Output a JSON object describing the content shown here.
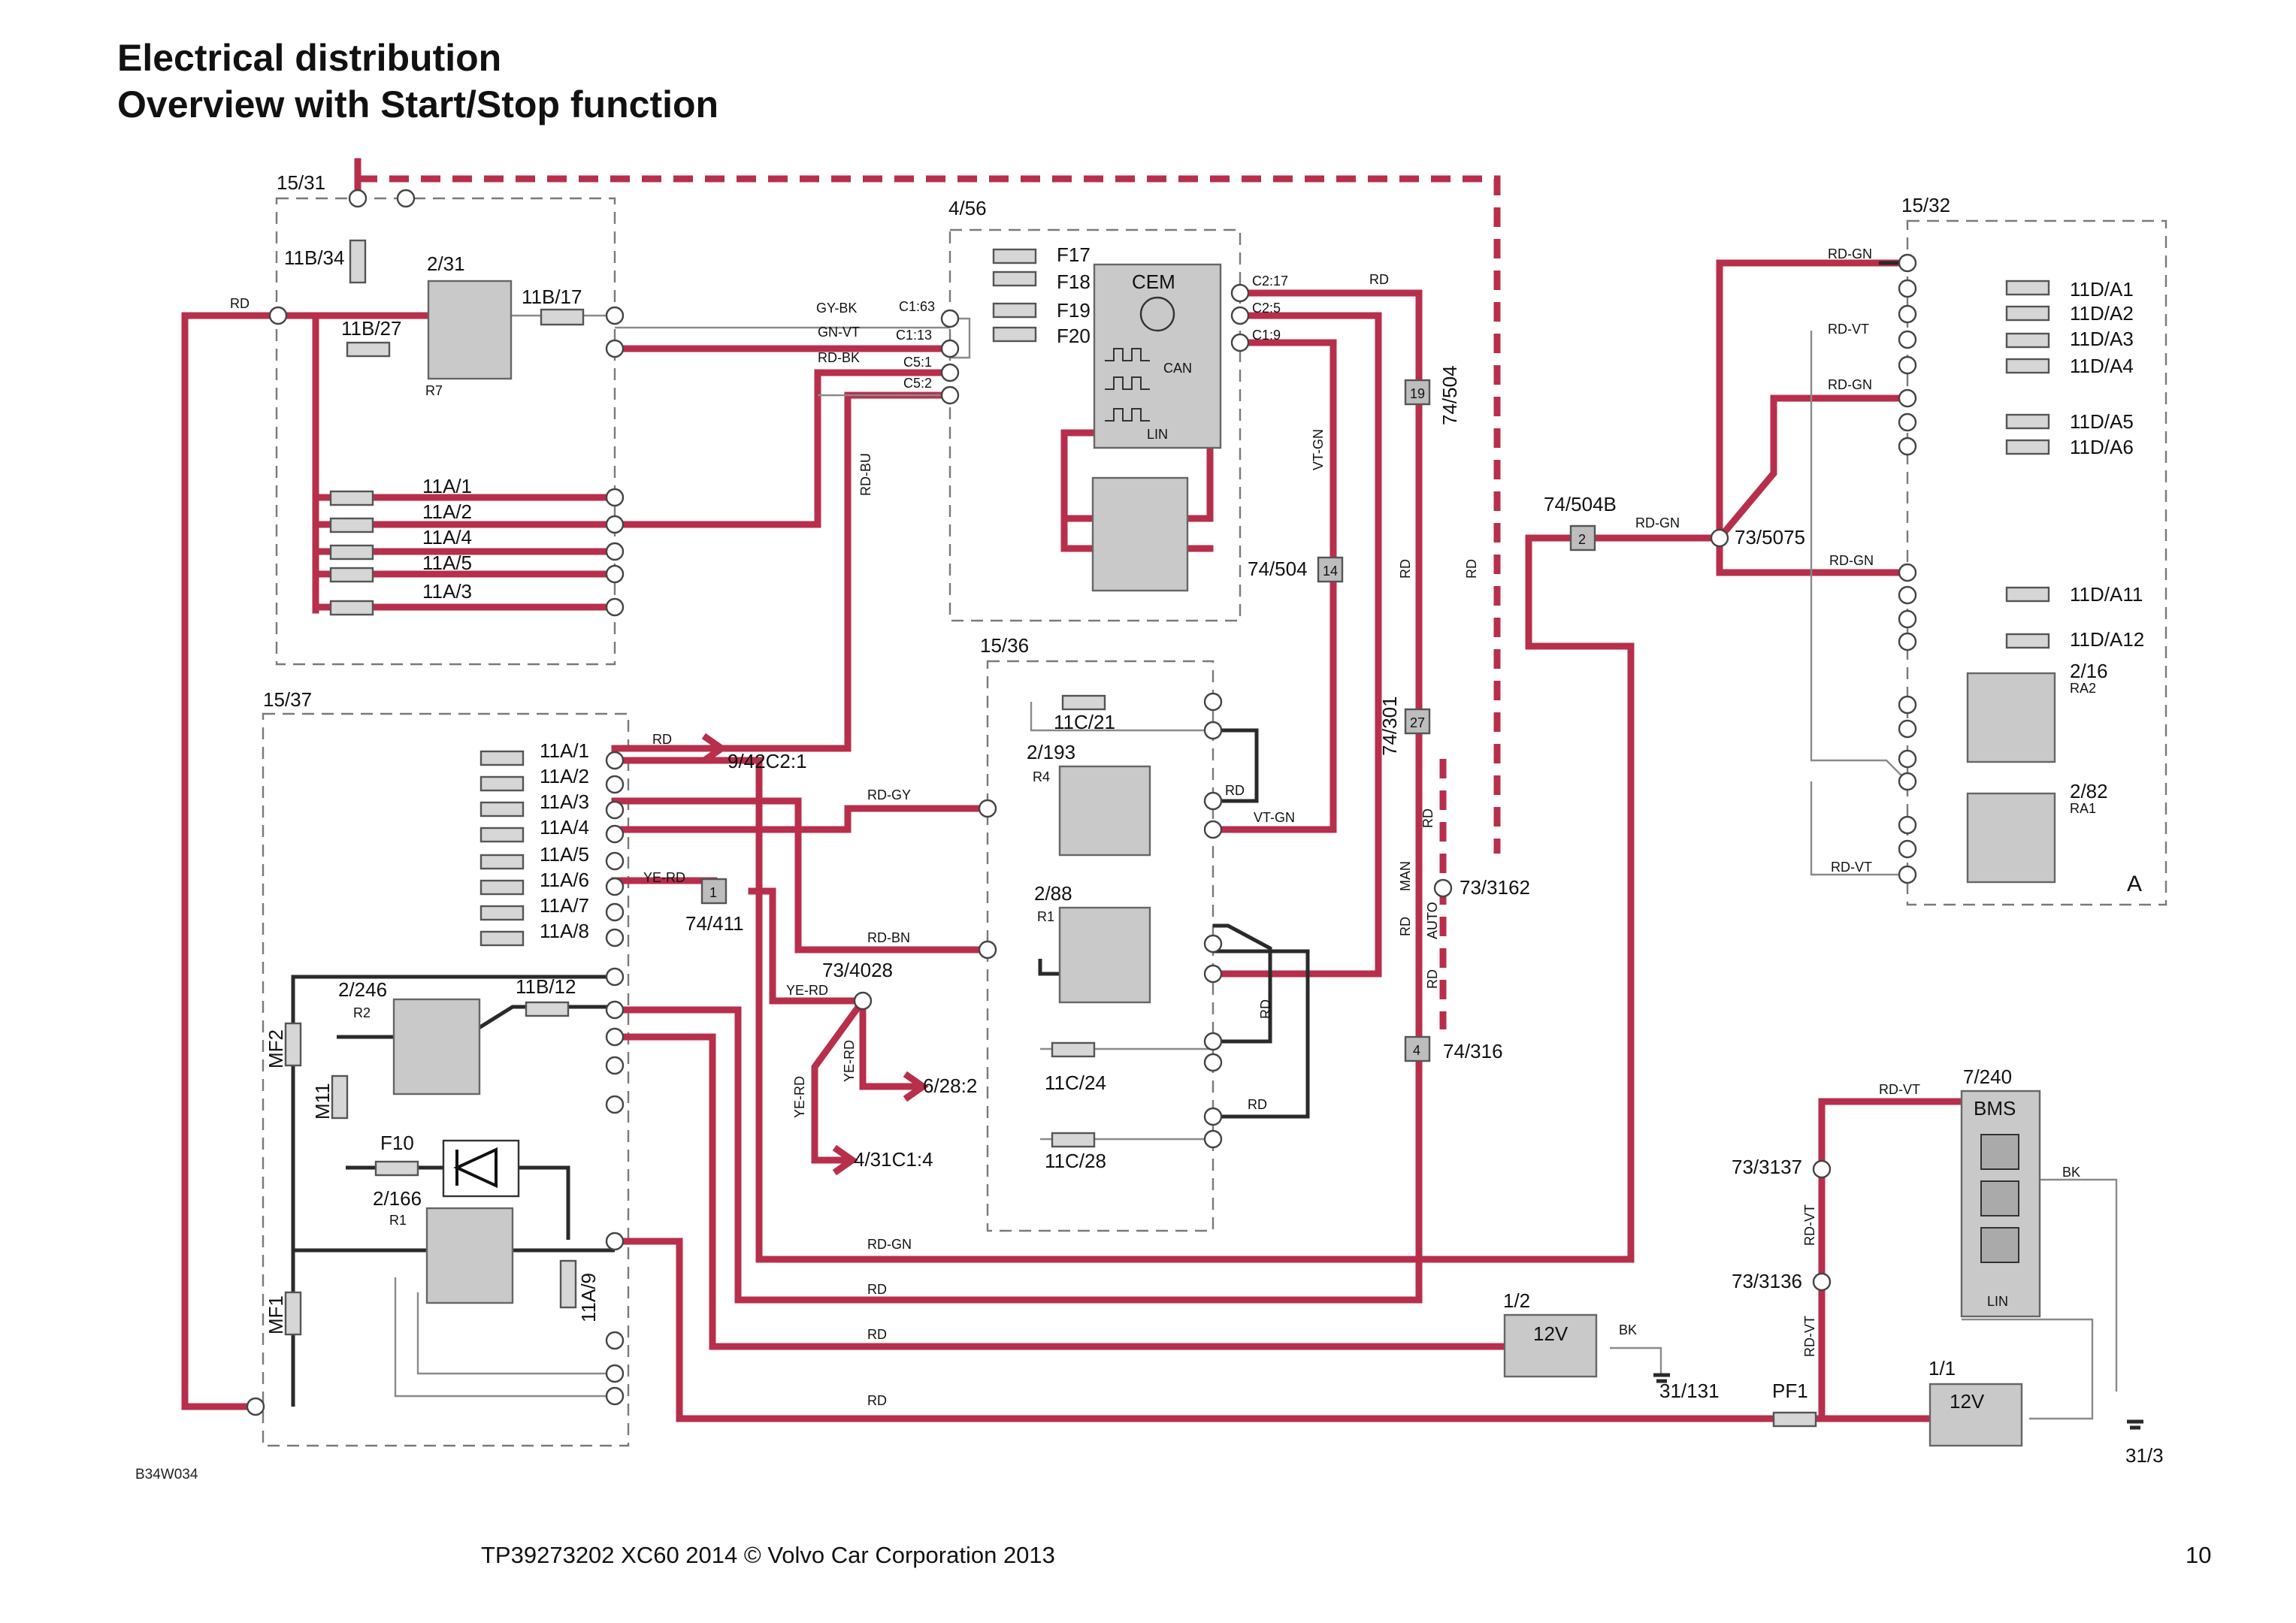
{
  "title": {
    "line1": "Electrical distribution",
    "line2": "Overview with Start/Stop function"
  },
  "doc_id": "B34W034",
  "footer": "TP39273202 XC60 2014 © Volvo Car Corporation 2013",
  "page_number": "10",
  "colors": {
    "wire_highlight": "#b72f4b",
    "wire_black": "#2a2a2a",
    "component_fill": "#c9c9c9"
  },
  "diagram": {
    "boxes": {
      "b1531": "15/31",
      "b456": "4/56",
      "b1532": "15/32",
      "b1536": "15/36",
      "b1537": "15/37",
      "box_a": "A"
    },
    "components": {
      "f11b34": "11B/34",
      "r231": "2/31",
      "r231_tag": "R7",
      "f11b17": "11B/17",
      "f11b27": "11B/27",
      "f11a1_top": "11A/1",
      "f11a2_top": "11A/2",
      "f11a4_top": "11A/4",
      "f11a5_top": "11A/5",
      "f11a3_top": "11A/3",
      "cem": "CEM",
      "can": "CAN",
      "lin": "LIN",
      "f17": "F17",
      "f18": "F18",
      "f19": "F19",
      "f20": "F20",
      "c163": "C1:63",
      "c113": "C1:13",
      "c51": "C5:1",
      "c52": "C5:2",
      "c217": "C2:17",
      "c25": "C2:5",
      "c19": "C1:9",
      "c74504": "74/504",
      "c74504_num": "19",
      "c74504b_lbl": "74/504",
      "c74504b_num": "14",
      "c74301": "74/301",
      "c74301_num": "27",
      "c74504B": "74/504B",
      "c74504B_num": "2",
      "s735075": "73/5075",
      "f11d_a1": "11D/A1",
      "f11d_a2": "11D/A2",
      "f11d_a3": "11D/A3",
      "f11d_a4": "11D/A4",
      "f11d_a5": "11D/A5",
      "f11d_a6": "11D/A6",
      "f11d_a11": "11D/A11",
      "f11d_a12": "11D/A12",
      "r216": "2/16",
      "r216_tag": "RA2",
      "r282": "2/82",
      "r282_tag": "RA1",
      "f11c21": "11C/21",
      "r2193": "2/193",
      "r2193_tag": "R4",
      "r288": "2/88",
      "r288_tag": "R1",
      "f11c24": "11C/24",
      "f11c28": "11C/28",
      "f11a1": "11A/1",
      "f11a2": "11A/2",
      "f11a3": "11A/3",
      "f11a4": "11A/4",
      "f11a5": "11A/5",
      "f11a6": "11A/6",
      "f11a7": "11A/7",
      "f11a8": "11A/8",
      "dest_942": "9/42C2:1",
      "c74411": "74/411",
      "c74411_num": "1",
      "s734028": "73/4028",
      "dest_628": "6/28:2",
      "dest_431": "4/31C1:4",
      "s733162": "73/3162",
      "c74316": "74/316",
      "c74316_num": "4",
      "mf2": "MF2",
      "m11": "M11",
      "mf1": "MF1",
      "r2246": "2/246",
      "r2246_tag": "R2",
      "f11b12": "11B/12",
      "f10": "F10",
      "r2166": "2/166",
      "r2166_tag": "R1",
      "f11a9": "11A/9",
      "bat12": "1/2",
      "v12a": "12V",
      "g31131": "31/131",
      "bms_ref": "7/240",
      "bms": "BMS",
      "bms_lin": "LIN",
      "s733137": "73/3137",
      "s733136": "73/3136",
      "pf1": "PF1",
      "bat11": "1/1",
      "v12b": "12V",
      "g313": "31/3"
    },
    "wires": {
      "rd_main": "RD",
      "gy_bk": "GY-BK",
      "gn_vt": "GN-VT",
      "rd_bk": "RD-BK",
      "rd_bu": "RD-BU",
      "rd_cem": "RD",
      "vt_gn": "VT-GN",
      "rd_v1": "RD",
      "rd_v2": "RD",
      "rd_gn_top": "RD-GN",
      "rd_vt_top": "RD-VT",
      "rd_gn_mid": "RD-GN",
      "rd_gn_b": "RD-GN",
      "rd_gn_c": "RD-GN",
      "rd_vt_bot": "RD-VT",
      "rd_942": "RD",
      "rd_gy": "RD-GY",
      "rd_r4": "RD",
      "vt_gn2": "VT-GN",
      "ye_rd": "YE-RD",
      "rd_bn": "RD-BN",
      "ye_rd2": "YE-RD",
      "ye_rd3": "YE-RD",
      "ye_rd4": "YE-RD",
      "rd_r1": "RD",
      "rd_11c": "RD",
      "rd_a": "RD",
      "man": "MAN",
      "rd_b": "RD",
      "auto": "AUTO",
      "rd_c": "RD",
      "rd_gn_long": "RD-GN",
      "rd_long1": "RD",
      "rd_long2": "RD",
      "rd_long3": "RD",
      "bk_a": "BK",
      "bk_b": "BK",
      "rd_vt_bms": "RD-VT",
      "rd_vt_v1": "RD-VT",
      "rd_vt_v2": "RD-VT"
    }
  }
}
